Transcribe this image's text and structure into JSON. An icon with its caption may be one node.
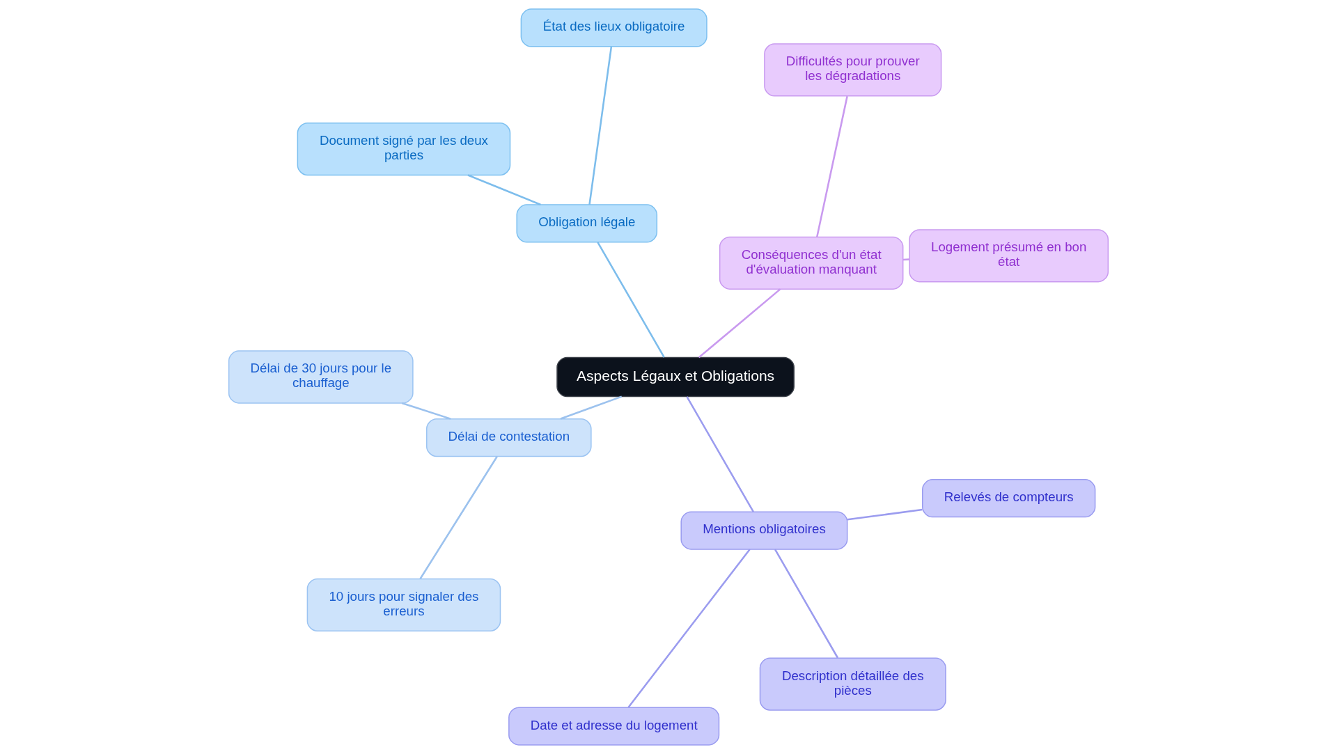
{
  "diagram": {
    "nodes": [
      {
        "text": [
          "Aspects Légaux et Obligations"
        ]
      },
      {
        "text": [
          "Conséquences d'un état d'évaluation manquant"
        ]
      },
      {
        "text": [
          "Logement présumé en bon état"
        ]
      },
      {
        "text": [
          "Difficultés pour prouver les dégradations"
        ]
      },
      {
        "text": [
          "Obligation légale"
        ]
      },
      {
        "text": [
          "État des lieux obligatoire"
        ]
      },
      {
        "text": [
          "Document signé par les deux parties"
        ]
      },
      {
        "text": [
          "Délai de contestation"
        ]
      },
      {
        "text": [
          "Délai de 30 jours pour le chauffage"
        ]
      },
      {
        "text": [
          "10 jours pour signaler des erreurs"
        ]
      },
      {
        "text": [
          "Mentions obligatoires"
        ]
      },
      {
        "text": [
          "Date et adresse du logement"
        ]
      },
      {
        "text": [
          "Description détaillée des pièces"
        ]
      },
      {
        "text": [
          "Relevés de compteurs"
        ]
      }
    ],
    "edges": [
      {
        "from": 0,
        "to": 1,
        "arrow": "none",
        "color": "#c99aef"
      },
      {
        "from": 1,
        "to": 2,
        "arrow": "none",
        "color": "#c99aef"
      },
      {
        "from": 1,
        "to": 3,
        "arrow": "none",
        "color": "#c99aef"
      },
      {
        "from": 0,
        "to": 4,
        "arrow": "none",
        "color": "#7dbdec"
      },
      {
        "from": 4,
        "to": 5,
        "arrow": "none",
        "color": "#7dbdec"
      },
      {
        "from": 4,
        "to": 6,
        "arrow": "none",
        "color": "#7dbdec"
      },
      {
        "from": 0,
        "to": 7,
        "arrow": "none",
        "color": "#9cc2ee"
      },
      {
        "from": 7,
        "to": 8,
        "arrow": "none",
        "color": "#9cc2ee"
      },
      {
        "from": 7,
        "to": 9,
        "arrow": "none",
        "color": "#9cc2ee"
      },
      {
        "from": 0,
        "to": 10,
        "arrow": "none"
      },
      {
        "from": 10,
        "to": 11,
        "arrow": "none"
      },
      {
        "from": 10,
        "to": 12,
        "arrow": "none"
      },
      {
        "from": 10,
        "to": 13,
        "arrow": "none"
      }
    ]
  }
}
